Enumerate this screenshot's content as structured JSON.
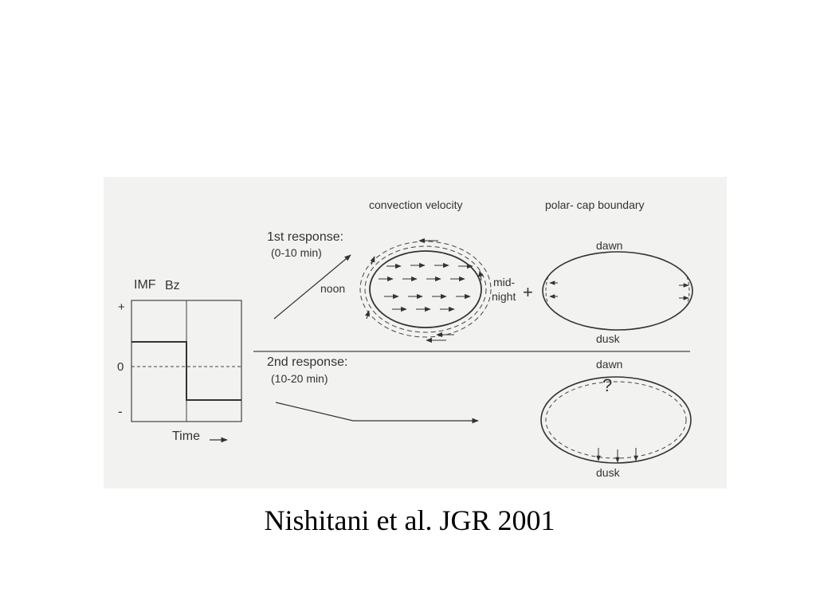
{
  "figure": {
    "imf_label": "IMF",
    "bz_label": "Bz",
    "axis_plus": "+",
    "axis_zero": "0",
    "axis_minus": "-",
    "time_label": "Time",
    "convection_velocity_title": "convection velocity",
    "polar_cap_title": "polar- cap boundary",
    "first_response": "1st response:",
    "first_response_time": "(0-10 min)",
    "second_response": "2nd response:",
    "second_response_time": "(10-20 min)",
    "noon": "noon",
    "mid": "mid-",
    "night": "night",
    "plus_sign": "+",
    "dawn_top": "dawn",
    "dusk_top": "dusk",
    "dawn_bottom": "dawn",
    "dusk_bottom": "dusk",
    "question_mark": "?"
  },
  "citation": "Nishitani et al. JGR 2001",
  "colors": {
    "ink": "#333333",
    "panel": "#f2f2f0",
    "background": "#ffffff"
  }
}
